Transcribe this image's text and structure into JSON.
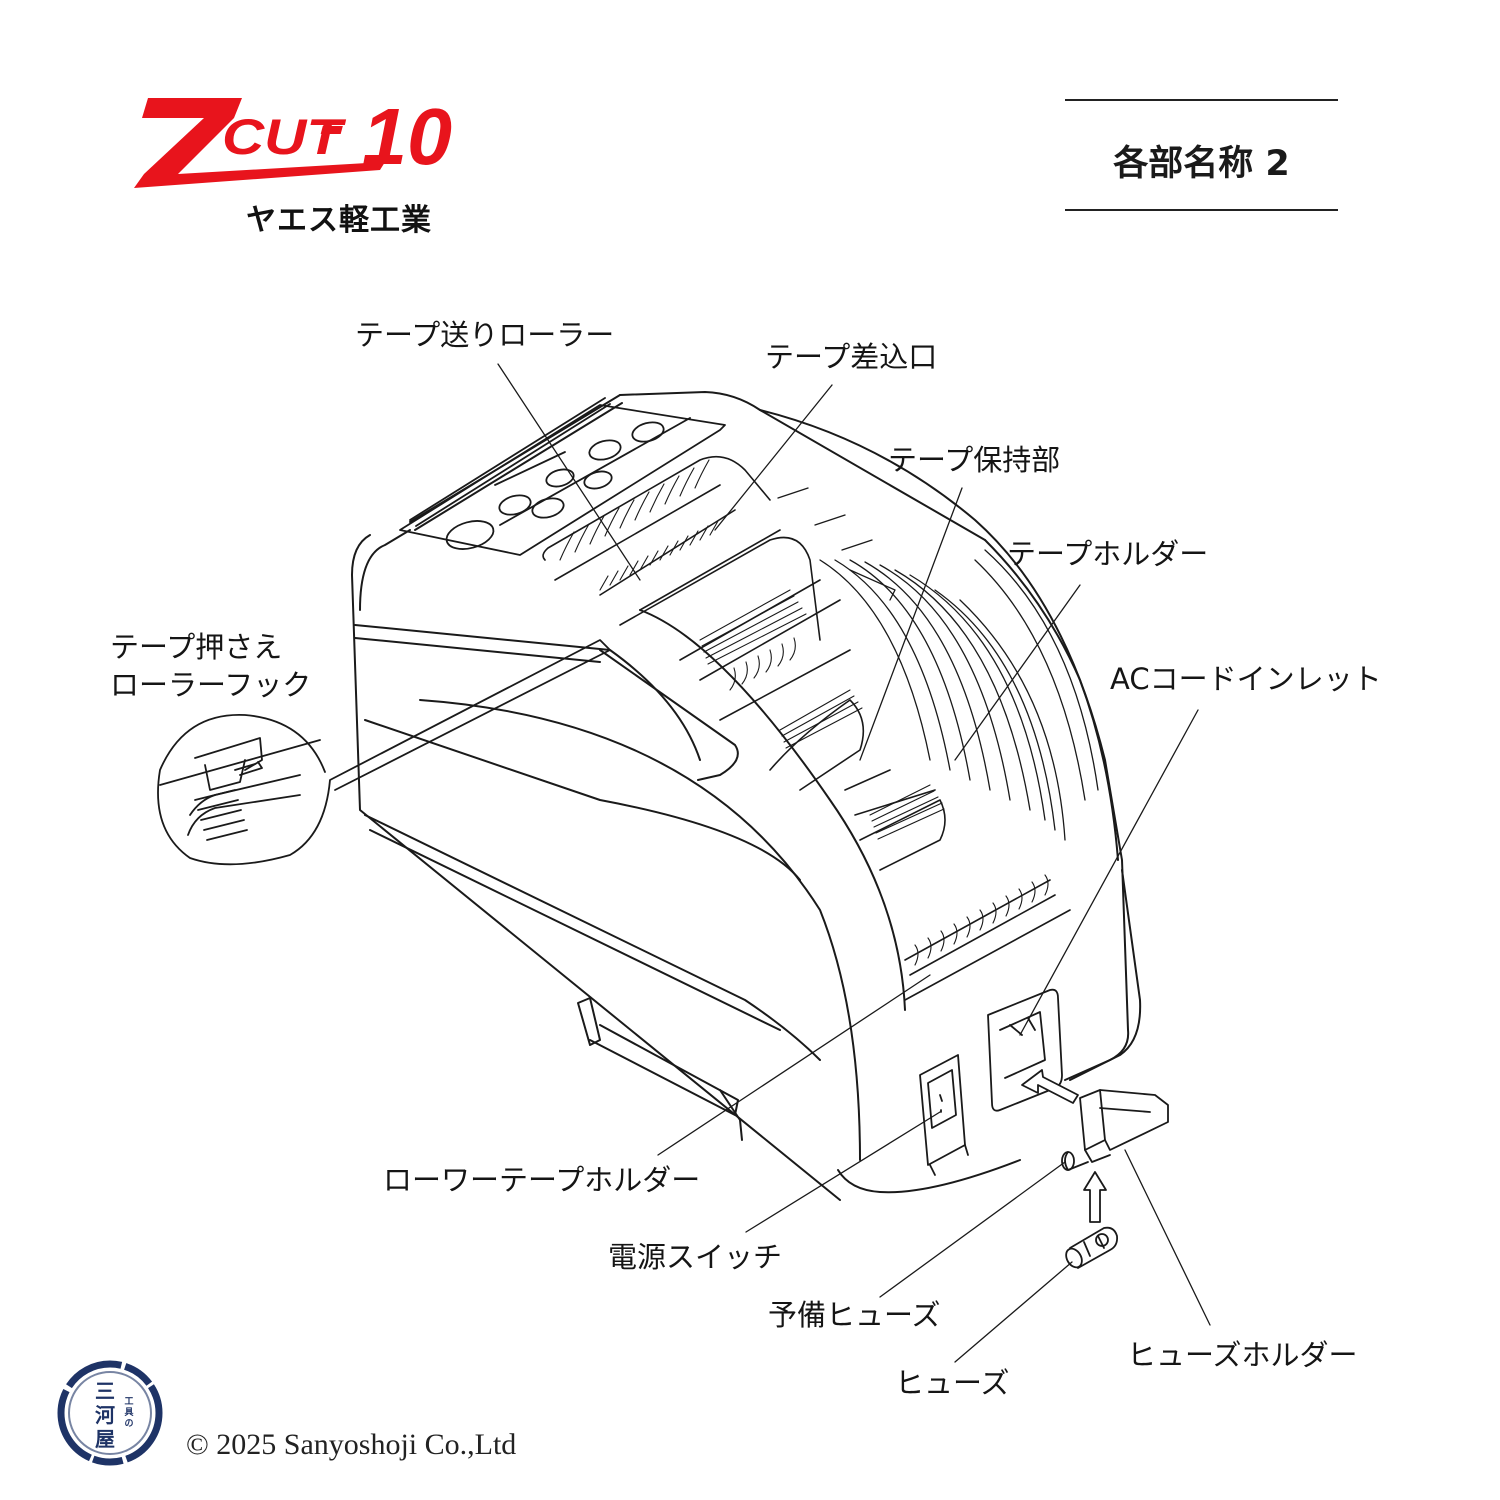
{
  "header": {
    "logo": {
      "text": "ZCUT-10",
      "z_letter": "Z",
      "rest": "CUT-10",
      "color": "#e8141c"
    },
    "maker": "ヤエス軽工業",
    "page_title": "各部名称 2"
  },
  "diagram": {
    "subject": "Z CUT-10 tape dispenser — parts names",
    "line_color": "#1a1a1a",
    "labels": [
      {
        "id": "tape-feed-roller",
        "text": "テープ送りローラー"
      },
      {
        "id": "tape-insert-slot",
        "text": "テープ差込口"
      },
      {
        "id": "tape-holding-part",
        "text": "テープ保持部"
      },
      {
        "id": "tape-holder",
        "text": "テープホルダー"
      },
      {
        "id": "ac-cord-inlet",
        "text": "ACコードインレット"
      },
      {
        "id": "tape-press-roller-hook",
        "text_line1": "テープ押さえ",
        "text_line2": "ローラーフック"
      },
      {
        "id": "lower-tape-holder",
        "text": "ローワーテープホルダー"
      },
      {
        "id": "power-switch",
        "text": "電源スイッチ"
      },
      {
        "id": "spare-fuse",
        "text": "予備ヒューズ"
      },
      {
        "id": "fuse",
        "text": "ヒューズ"
      },
      {
        "id": "fuse-holder",
        "text": "ヒューズホルダー"
      }
    ]
  },
  "footer": {
    "stamp": {
      "top_small": "工具の",
      "main_chars": [
        "三",
        "河",
        "屋"
      ],
      "color": "#1e3366"
    },
    "copyright": "© 2025 Sanyoshoji Co.,Ltd"
  }
}
